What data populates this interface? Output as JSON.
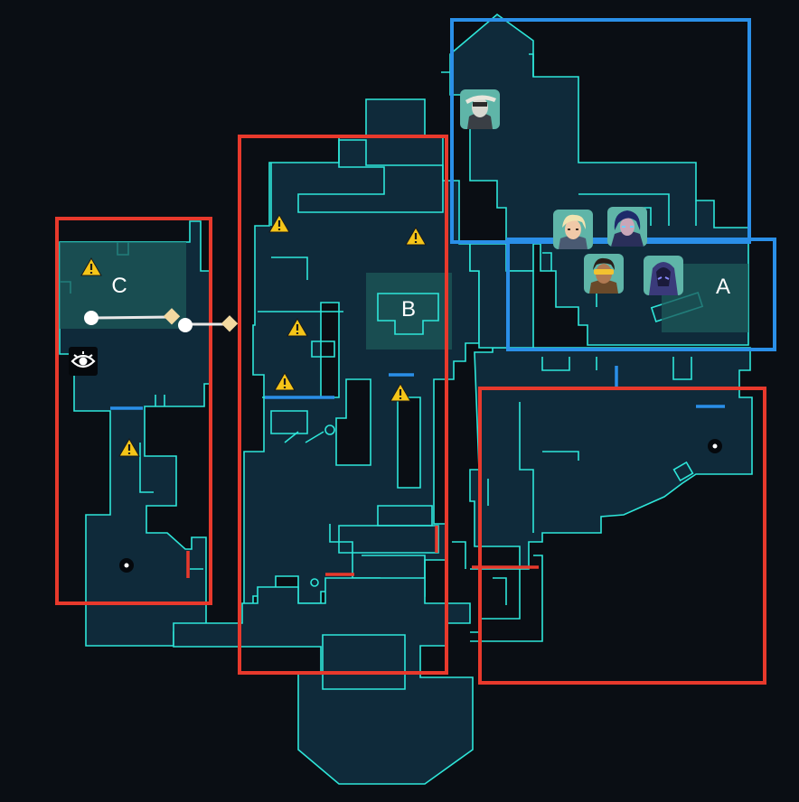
{
  "map": {
    "sites": [
      {
        "id": "site-a",
        "label": "A"
      },
      {
        "id": "site-b",
        "label": "B"
      },
      {
        "id": "site-c",
        "label": "C"
      }
    ],
    "zones": [
      {
        "id": "zone-c-red",
        "color": "#e8392c"
      },
      {
        "id": "zone-mid-red",
        "color": "#e8392c"
      },
      {
        "id": "zone-a-lower-red",
        "color": "#e8392c"
      },
      {
        "id": "zone-a-upper-blue",
        "color": "#2a8fe8"
      },
      {
        "id": "zone-a-site-blue",
        "color": "#2a8fe8"
      }
    ],
    "hazard_icon": "warning-icon",
    "agents": [
      {
        "id": "agent-masked-sentinel",
        "icon": "masked-agent-icon"
      },
      {
        "id": "agent-blonde-duelist",
        "icon": "blonde-agent-icon"
      },
      {
        "id": "agent-dark-hair-agent",
        "icon": "dark-hair-agent-icon"
      },
      {
        "id": "agent-visor-agent",
        "icon": "visor-agent-icon"
      },
      {
        "id": "agent-hooded-agent",
        "icon": "hooded-agent-icon"
      }
    ],
    "ability_icon": "eye-icon",
    "colors": {
      "background": "#0a0e14",
      "floor": "#0f2a3a",
      "outline": "#2ee6d9",
      "attacker": "#e8392c",
      "defender": "#2a8fe8",
      "warning": "#f5c518"
    }
  }
}
